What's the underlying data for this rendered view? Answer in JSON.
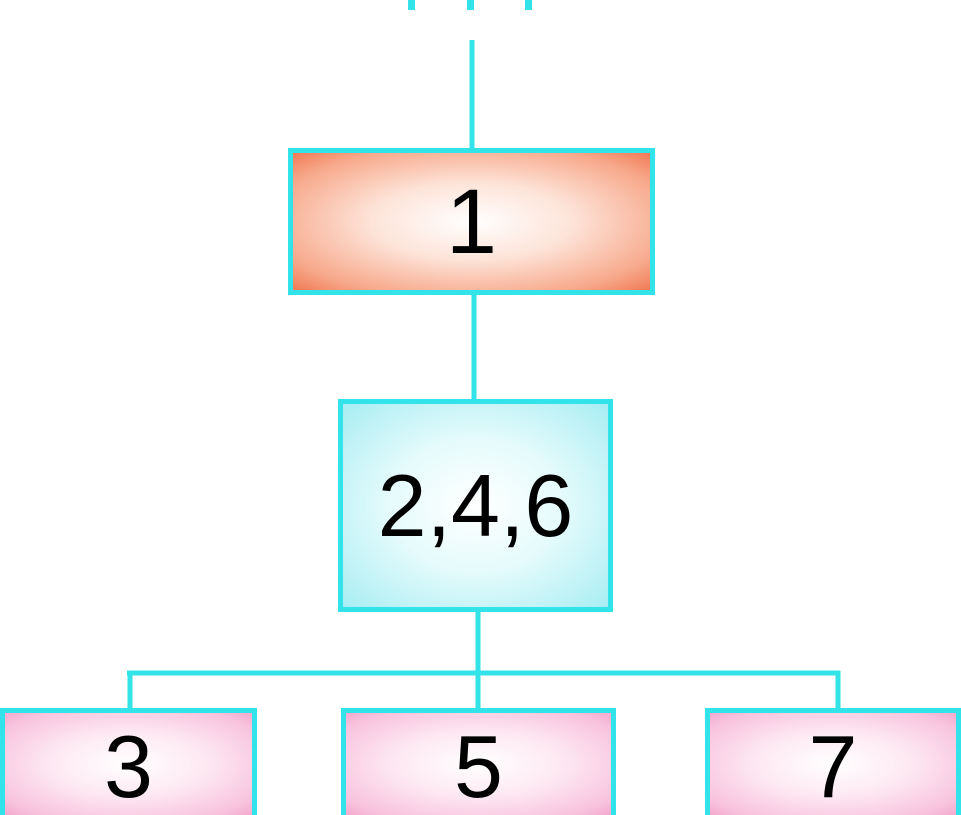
{
  "diagram": {
    "line_color": "#33e3ea",
    "root": {
      "label": "1"
    },
    "middle": {
      "label": "2,4,6"
    },
    "leaves": [
      {
        "label": "3"
      },
      {
        "label": "5"
      },
      {
        "label": "7"
      }
    ]
  }
}
